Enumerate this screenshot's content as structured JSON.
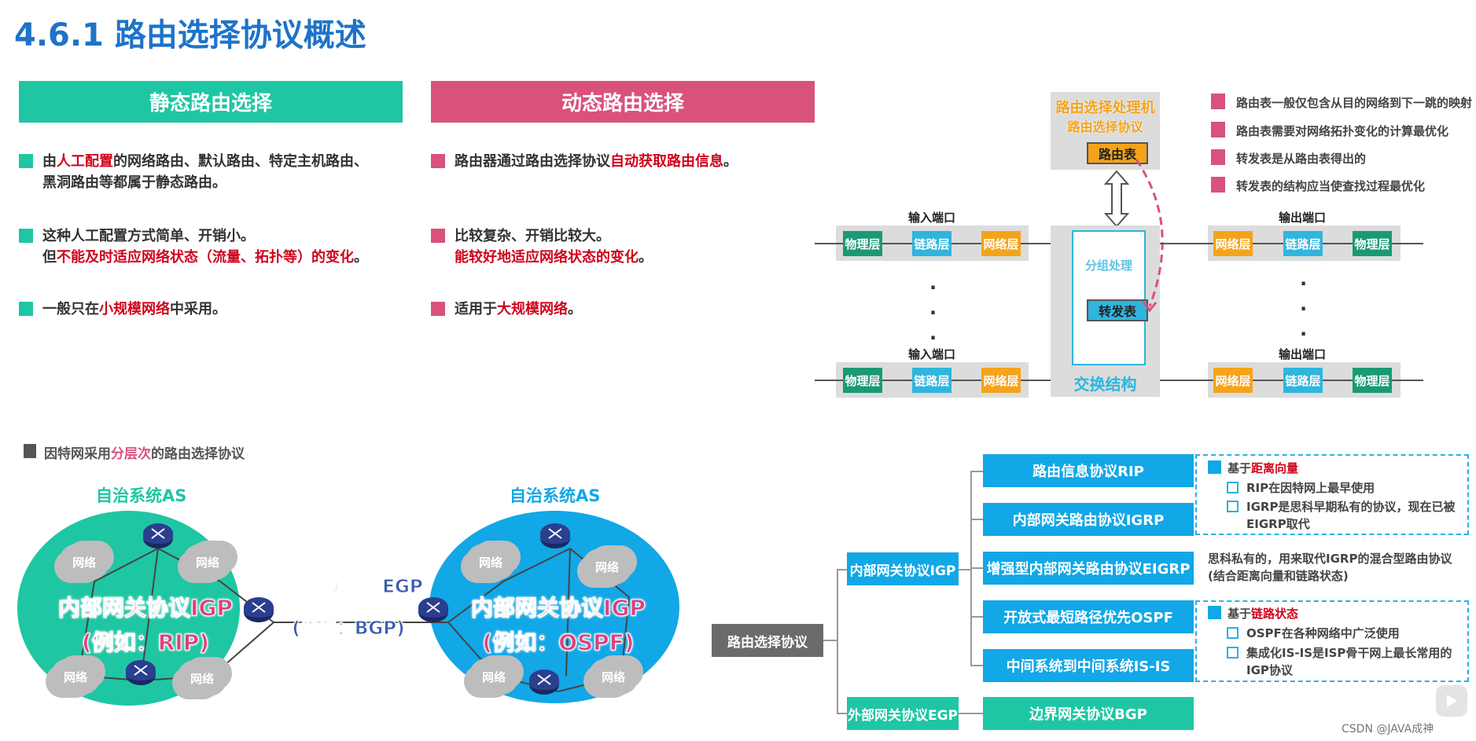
{
  "title": "4.6.1 路由选择协议概述",
  "static": {
    "header": "静态路由选择",
    "color": "#1fc6a4",
    "items": [
      [
        "由",
        "人工配置",
        "的网络路由、默认路由、特定主机路由、",
        "黑洞路由等都属于静态路由。"
      ],
      [
        "这种人工配置方式简单、开销小。",
        "但",
        "不能及时适应网络状态（流量、拓扑等）的变化",
        "。"
      ],
      [
        "一般只在",
        "小规模网络",
        "中采用。"
      ]
    ]
  },
  "dynamic": {
    "header": "动态路由选择",
    "color": "#d9527b",
    "items": [
      [
        "路由器通过路由选择协议",
        "自动获取路由信息",
        "。"
      ],
      [
        "比较复杂、开销比较大。",
        "能较好地适应网络状态的变化",
        "。"
      ],
      [
        "适用于",
        "大规模网络",
        "。"
      ]
    ]
  },
  "router": {
    "processor_title": "路由选择处理机",
    "processor_sub": "路由选择协议",
    "routing_table": "路由表",
    "packet_processing": "分组处理",
    "forwarding_table": "转发表",
    "switch_fabric": "交换结构",
    "input_port": "输入端口",
    "output_port": "输出端口",
    "layers": {
      "phy": "物理层",
      "link": "链路层",
      "net": "网络层"
    },
    "dots": "·",
    "notes": [
      "路由表一般仅包含从目的网络到下一跳的映射",
      "路由表需要对网络拓扑变化的计算最优化",
      "转发表是从路由表得出的",
      "转发表的结构应当使查找过程最优化"
    ]
  },
  "hierarchy": {
    "heading": [
      "因特网采用",
      "分层次",
      "的路由选择协议"
    ],
    "as_label": "自治系统AS",
    "network": "网络",
    "router_icon": "router-icon",
    "igp": "内部网关协议IGP",
    "igp_left_eg": "(例如：RIP)",
    "igp_right_eg": "(例如：OSPF)",
    "egp": "外部网关协议EGP",
    "egp_eg": "(例如：BGP)"
  },
  "tree": {
    "root": "路由选择协议",
    "igp": "内部网关协议IGP",
    "egp": "外部网关协议EGP",
    "protocols": [
      "路由信息协议RIP",
      "内部网关路由协议IGRP",
      "增强型内部网关路由协议EIGRP",
      "开放式最短路径优先OSPF",
      "中间系统到中间系统IS-IS"
    ],
    "bgp": "边界网关协议BGP",
    "dv": {
      "prefix": "基于",
      "key": "距离向量",
      "items": [
        "RIP在因特网上最早使用",
        "IGRP是思科早期私有的协议，现在已被EIGRP取代"
      ]
    },
    "eigrp_note": [
      "思科私有的，用来取代IGRP的混合型路由协议",
      "(结合距离向量和链路状态)"
    ],
    "ls": {
      "prefix": "基于",
      "key": "链路状态",
      "items": [
        "OSPF在各种网络中广泛使用",
        "集成化IS-IS是ISP骨干网上最长常用的IGP协议"
      ]
    }
  },
  "watermark": "CSDN @JAVA成神"
}
